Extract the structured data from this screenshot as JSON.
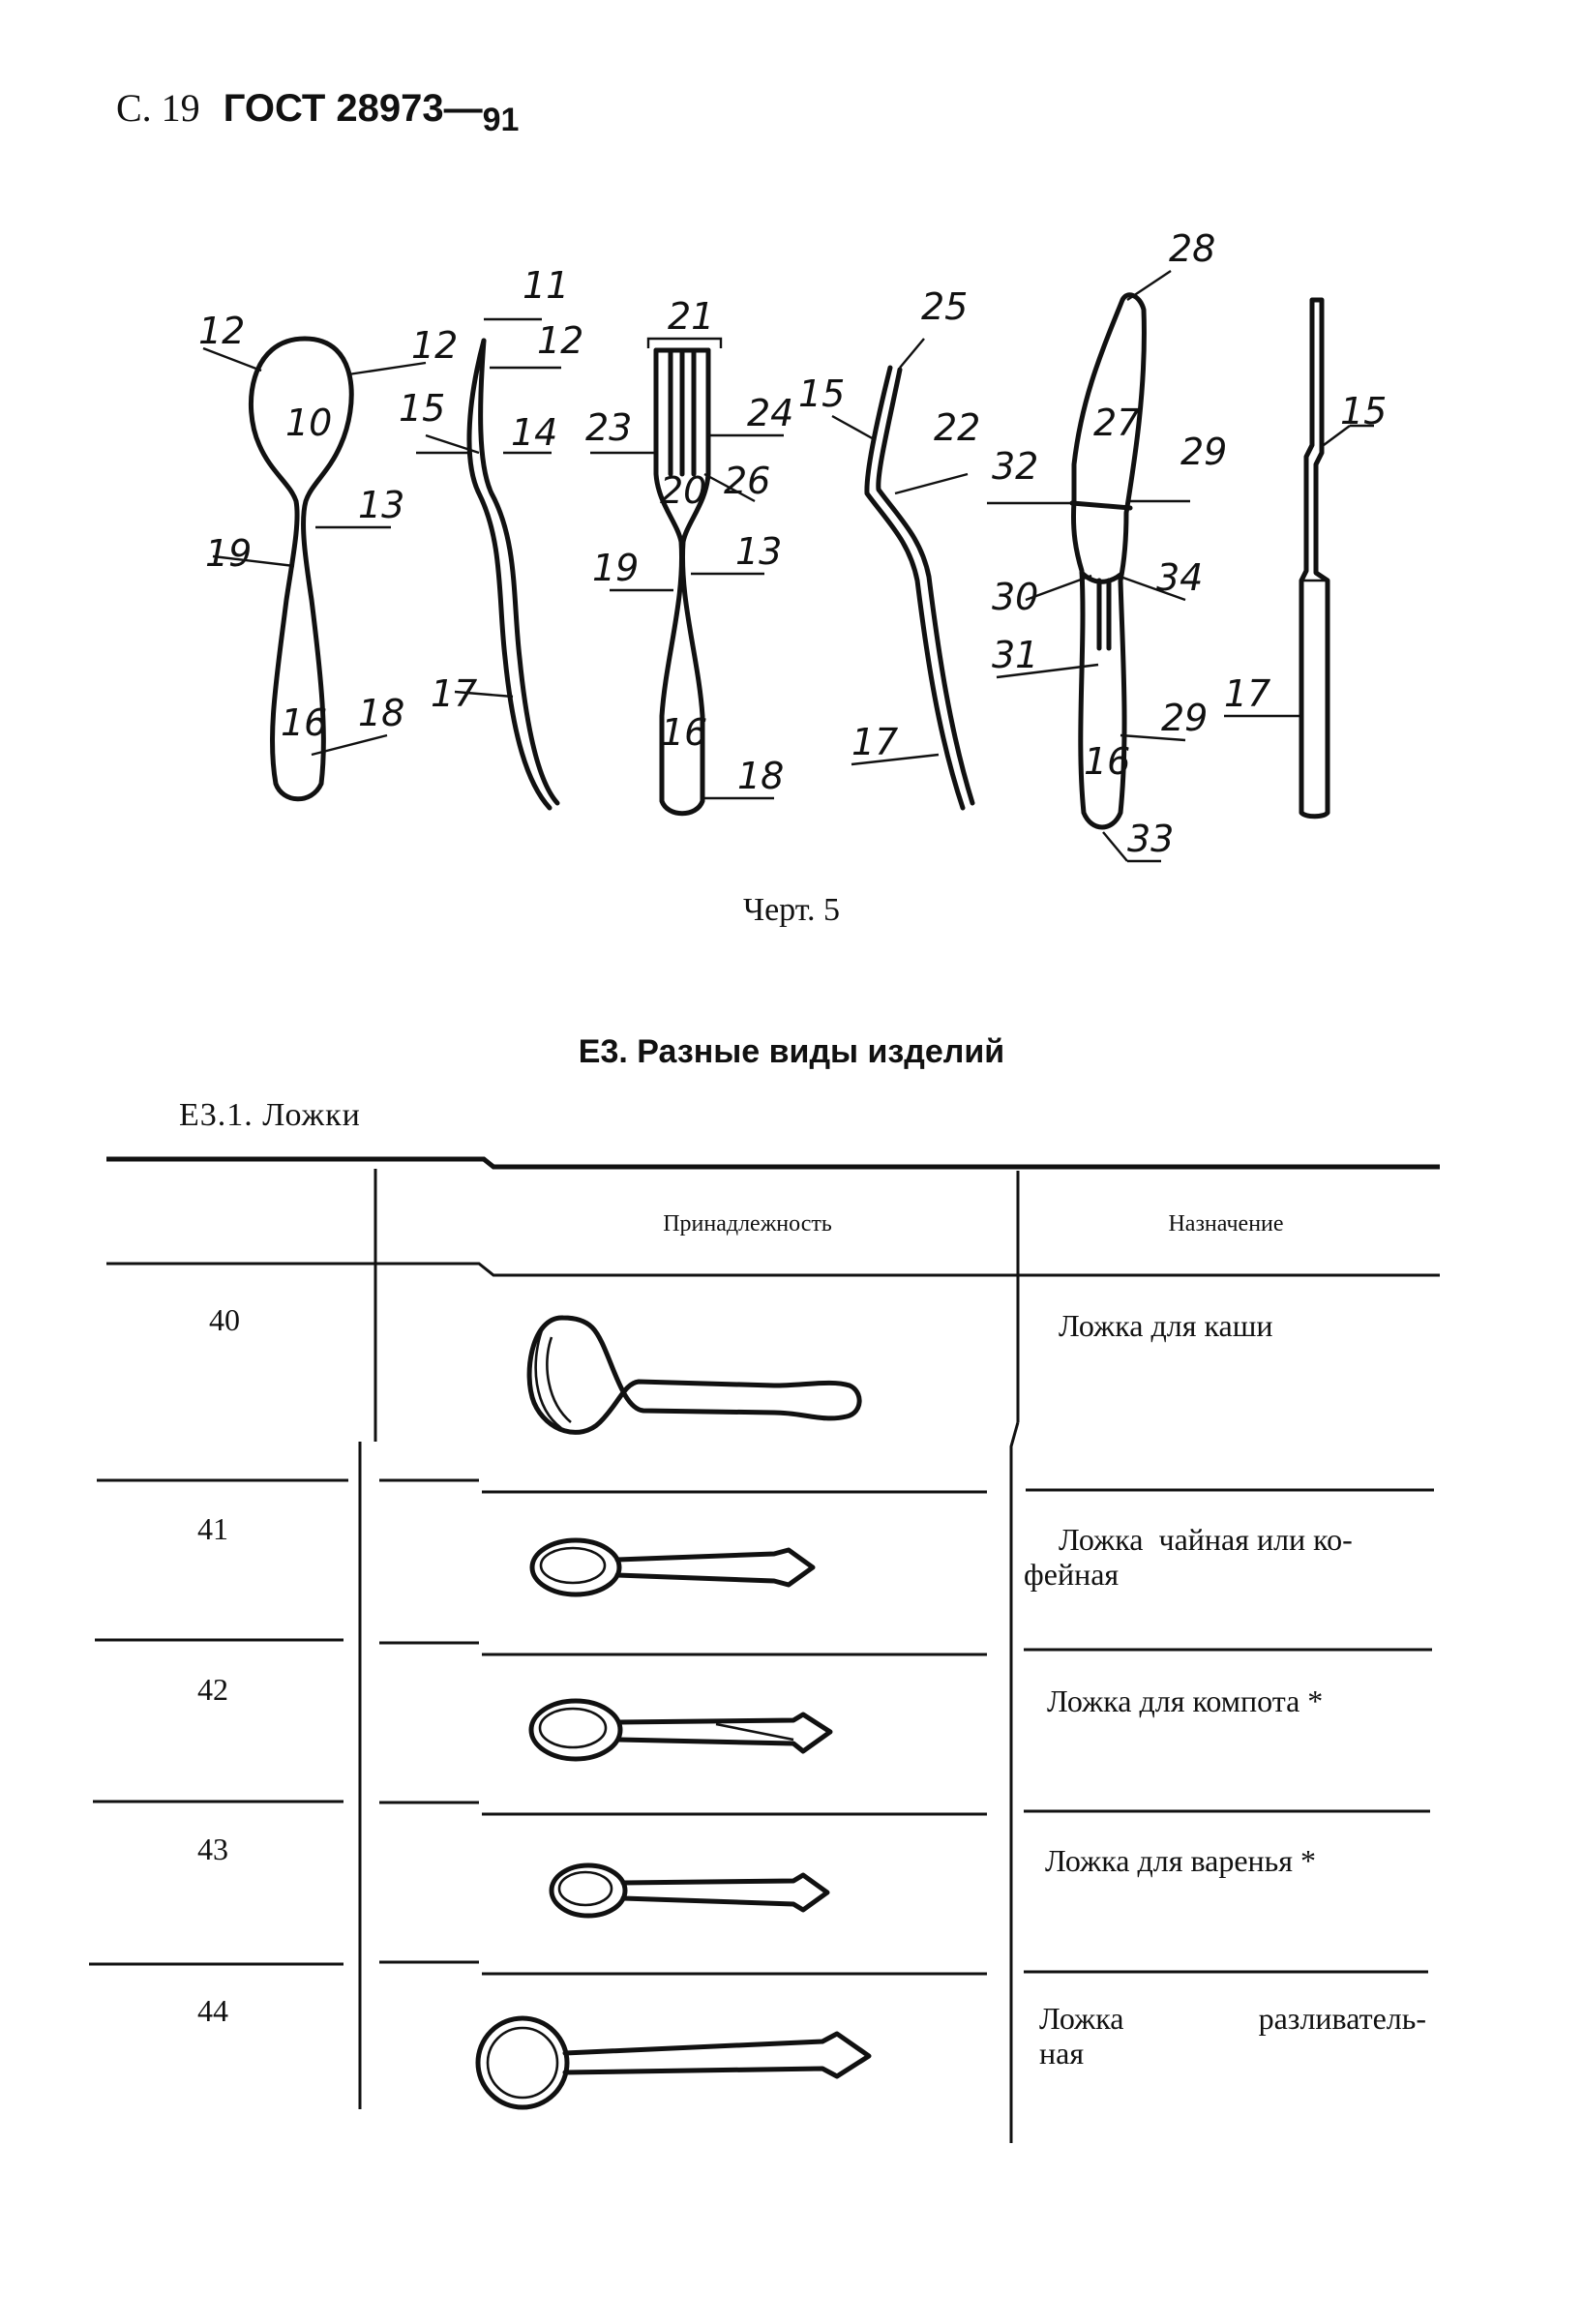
{
  "header": {
    "page": "С. 19",
    "gost": "ГОСТ 28973—",
    "edition": "91"
  },
  "figure": {
    "callouts": {
      "spoon_front": [
        "12",
        "10",
        "19",
        "16",
        "13",
        "18"
      ],
      "spoon_side": [
        "11",
        "12",
        "12",
        "15",
        "14",
        "17"
      ],
      "fork_front": [
        "21",
        "23",
        "24",
        "20",
        "26",
        "19",
        "13",
        "16",
        "18"
      ],
      "fork_side": [
        "25",
        "15",
        "22",
        "17"
      ],
      "knife_front": [
        "28",
        "27",
        "32",
        "29",
        "30",
        "34",
        "31",
        "29",
        "16",
        "33"
      ],
      "knife_side": [
        "15",
        "17"
      ]
    },
    "caption": "Черт. 5"
  },
  "section": {
    "title": "Е3. Разные виды изделий",
    "subtitle": "Е3.1. Ложки"
  },
  "table": {
    "headers": [
      "Принадлежность",
      "Назначение"
    ],
    "rows": [
      {
        "number": "40",
        "item_icon": "porridge-spoon-icon",
        "purpose": "Ложка для каши",
        "purpose_lines": [
          "Ложка для каши"
        ]
      },
      {
        "number": "41",
        "item_icon": "tea-coffee-spoon-icon",
        "purpose": "Ложка чайная или кофейная",
        "purpose_lines": [
          "Ложка  чайная или ко-",
          "фейная"
        ]
      },
      {
        "number": "42",
        "item_icon": "compote-spoon-icon",
        "purpose": "Ложка для компота *",
        "purpose_lines": [
          "Ложка для компота *"
        ]
      },
      {
        "number": "43",
        "item_icon": "jam-spoon-icon",
        "purpose": "Ложка для варенья *",
        "purpose_lines": [
          "Ложка для варенья *"
        ]
      },
      {
        "number": "44",
        "item_icon": "ladle-spoon-icon",
        "purpose": "Ложка разливательная",
        "purpose_lines": [
          "Ложка     разливатель-",
          "ная"
        ]
      }
    ]
  }
}
